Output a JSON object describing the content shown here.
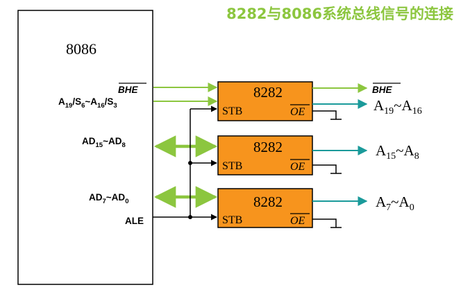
{
  "title": "8282与8086系统总线信号的连接",
  "cpu": {
    "name": "8086",
    "pins": {
      "bhe": "BHE",
      "addr_status": {
        "a": "A",
        "a_sub1": "19",
        "s": "/S",
        "s_sub1": "6",
        "tilde": "~A",
        "a_sub2": "16",
        "s2": "/S",
        "s_sub2": "3"
      },
      "ad_high": {
        "ad": "AD",
        "sub1": "15",
        "tilde": "~AD",
        "sub2": "8"
      },
      "ad_low": {
        "ad": "AD",
        "sub1": "7",
        "tilde": "~AD",
        "sub2": "0"
      },
      "ale": "ALE"
    }
  },
  "latches": [
    {
      "name": "8282",
      "stb": "STB",
      "oe": "OE"
    },
    {
      "name": "8282",
      "stb": "STB",
      "oe": "OE"
    },
    {
      "name": "8282",
      "stb": "STB",
      "oe": "OE"
    }
  ],
  "outputs": {
    "bhe": "BHE",
    "a19_16": {
      "a": "A",
      "sub1": "19",
      "tilde": "~A",
      "sub2": "16"
    },
    "a15_8": {
      "a": "A",
      "sub1": "15",
      "tilde": "~A",
      "sub2": "8"
    },
    "a7_0": {
      "a": "A",
      "sub1": "7",
      "tilde": "~A",
      "sub2": "0"
    }
  },
  "colors": {
    "title": "#8cc63f",
    "bus_green": "#8cc63f",
    "output_teal": "#1a9a9a",
    "latch_fill": "#f7941d",
    "line_black": "#000000"
  }
}
